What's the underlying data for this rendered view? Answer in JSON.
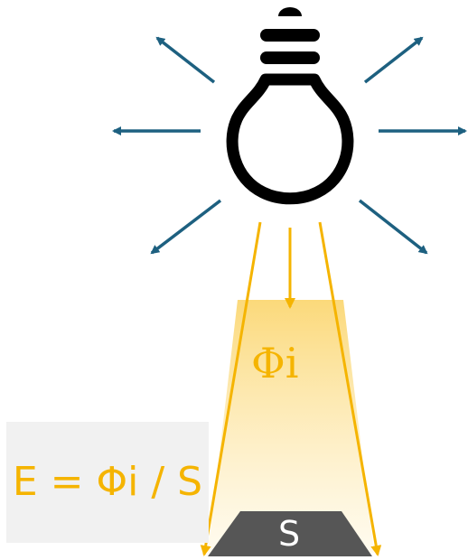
{
  "colors": {
    "ray": "#1d6080",
    "light": "#f5b400",
    "beam_top": "#fbd97a",
    "bulb": "#000000",
    "surface": "#565656",
    "formula_bg": "#f1f1f1"
  },
  "labels": {
    "flux": "Φi",
    "surface": "S",
    "formula": "E = Φi / S"
  },
  "icons": {
    "bulb": "light-bulb-icon"
  }
}
